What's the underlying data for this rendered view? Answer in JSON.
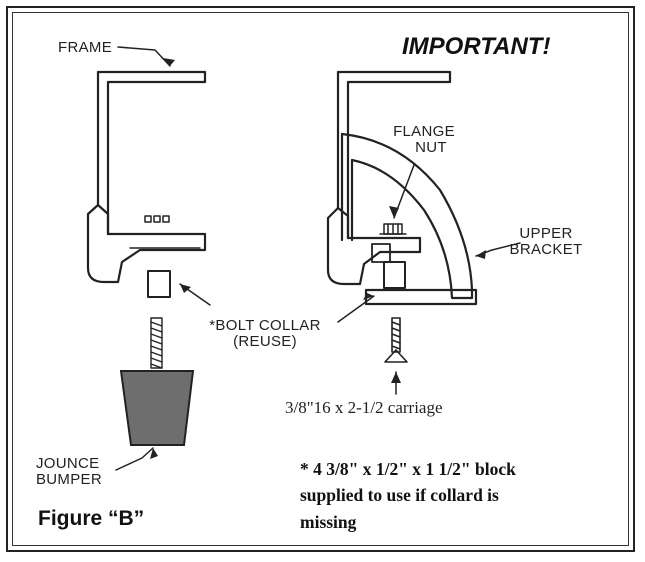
{
  "title": "IMPORTANT!",
  "labels": {
    "frame": "FRAME",
    "flange_nut": [
      "FLANGE",
      "NUT"
    ],
    "upper_bracket": [
      "UPPER",
      "BRACKET"
    ],
    "bolt_collar": [
      "*BOLT COLLAR",
      "(REUSE)"
    ],
    "jounce_bumper": [
      "JOUNCE",
      "BUMPER"
    ],
    "carriage_bolt": "3/8\"16 x 2-1/2 carriage"
  },
  "figure_caption": "Figure “B”",
  "note": [
    "* 4 3/8\" x 1/2\" x 1 1/2\" block",
    "supplied to use if collard is",
    "missing"
  ],
  "colors": {
    "line": "#222222",
    "bumper_fill": "#6e6e6e",
    "background": "#ffffff"
  }
}
